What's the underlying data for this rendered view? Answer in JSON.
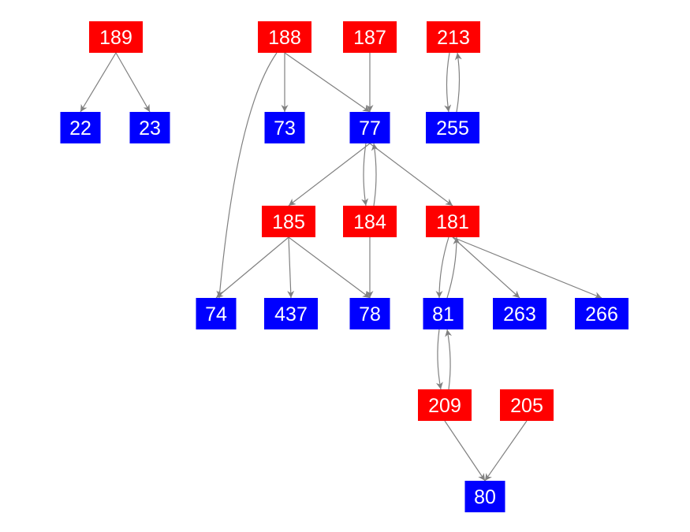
{
  "colors": {
    "group_a": "#ff0000",
    "group_b": "#0000ff",
    "edge": "#808080",
    "label": "#ffffff"
  },
  "nodes": [
    {
      "id": "189",
      "group": "a"
    },
    {
      "id": "188",
      "group": "a"
    },
    {
      "id": "187",
      "group": "a"
    },
    {
      "id": "213",
      "group": "a"
    },
    {
      "id": "22",
      "group": "b"
    },
    {
      "id": "23",
      "group": "b"
    },
    {
      "id": "73",
      "group": "b"
    },
    {
      "id": "77",
      "group": "b"
    },
    {
      "id": "255",
      "group": "b"
    },
    {
      "id": "185",
      "group": "a"
    },
    {
      "id": "184",
      "group": "a"
    },
    {
      "id": "181",
      "group": "a"
    },
    {
      "id": "74",
      "group": "b"
    },
    {
      "id": "437",
      "group": "b"
    },
    {
      "id": "78",
      "group": "b"
    },
    {
      "id": "81",
      "group": "b"
    },
    {
      "id": "263",
      "group": "b"
    },
    {
      "id": "266",
      "group": "b"
    },
    {
      "id": "209",
      "group": "a"
    },
    {
      "id": "205",
      "group": "a"
    },
    {
      "id": "80",
      "group": "b"
    }
  ],
  "edges": [
    [
      "189",
      "22"
    ],
    [
      "189",
      "23"
    ],
    [
      "188",
      "74"
    ],
    [
      "188",
      "73"
    ],
    [
      "188",
      "77"
    ],
    [
      "187",
      "77"
    ],
    [
      "213",
      "255"
    ],
    [
      "255",
      "213"
    ],
    [
      "77",
      "185"
    ],
    [
      "77",
      "184"
    ],
    [
      "184",
      "77"
    ],
    [
      "77",
      "181"
    ],
    [
      "185",
      "74"
    ],
    [
      "185",
      "437"
    ],
    [
      "185",
      "78"
    ],
    [
      "184",
      "78"
    ],
    [
      "181",
      "81"
    ],
    [
      "81",
      "181"
    ],
    [
      "181",
      "263"
    ],
    [
      "181",
      "266"
    ],
    [
      "81",
      "209"
    ],
    [
      "209",
      "81"
    ],
    [
      "209",
      "80"
    ],
    [
      "205",
      "80"
    ]
  ]
}
